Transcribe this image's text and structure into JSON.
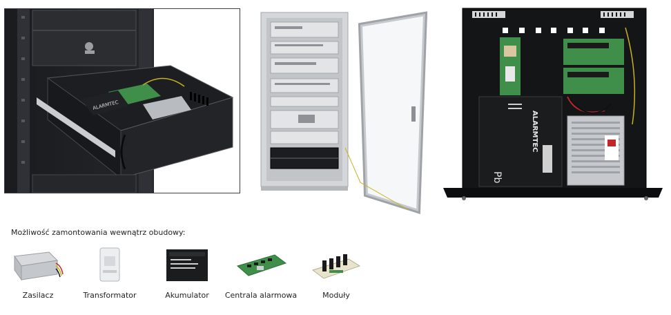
{
  "caption": "Możliwość zamontowania wewnątrz obudowy:",
  "brand_marks": [
    "ALARMTEC",
    "Pb"
  ],
  "components": [
    {
      "label": "Zasilacz",
      "icon": "power-supply-icon"
    },
    {
      "label": "Transformator",
      "icon": "transformer-icon"
    },
    {
      "label": "Akumulator",
      "icon": "battery-icon"
    },
    {
      "label": "Centrala alarmowa",
      "icon": "alarm-panel-icon"
    },
    {
      "label": "Moduły",
      "icon": "module-board-icon"
    }
  ],
  "colors": {
    "enclosure": "#141517",
    "pcb_green": "#3f8f4a",
    "wire_yellow": "#c8b21c",
    "wire_red": "#c0262a",
    "cabinet_grey": "#b9bcc0"
  }
}
